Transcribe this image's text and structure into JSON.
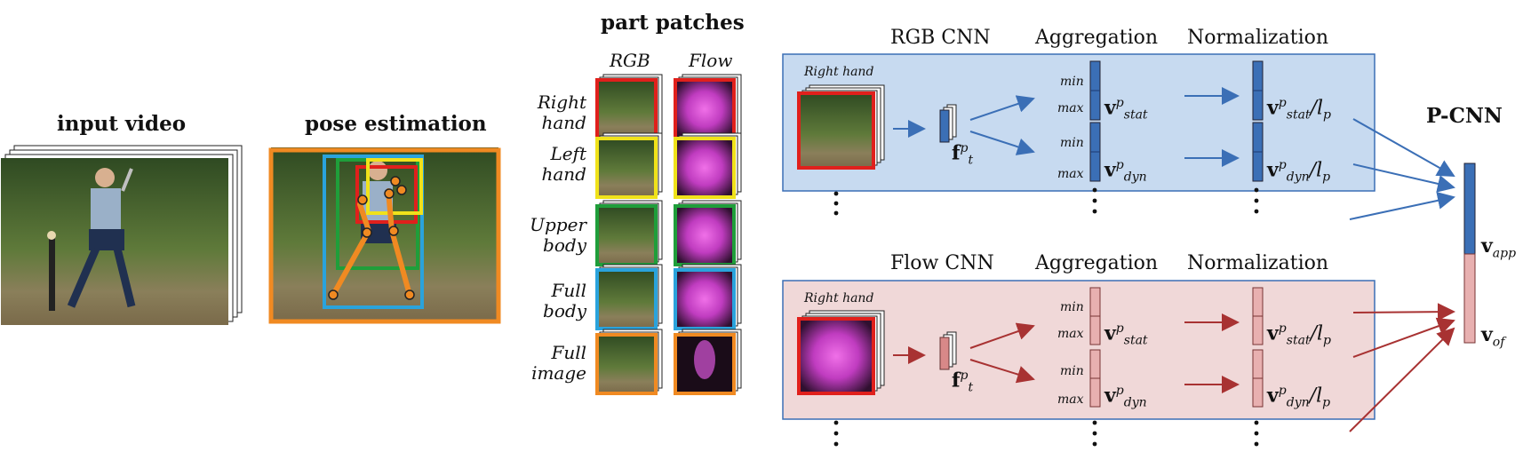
{
  "titles": {
    "input_video": "input video",
    "pose_estimation": "pose estimation",
    "part_patches": "part patches",
    "pcnn": "P-CNN"
  },
  "patch_columns": {
    "rgb": "RGB",
    "flow": "Flow"
  },
  "part_labels": [
    {
      "line1": "Right",
      "line2": "hand",
      "color": "#e0201c"
    },
    {
      "line1": "Left",
      "line2": "hand",
      "color": "#f0e21a"
    },
    {
      "line1": "Upper",
      "line2": "body",
      "color": "#1f9e3a"
    },
    {
      "line1": "Full",
      "line2": "body",
      "color": "#2aa3dc"
    },
    {
      "line1": "Full",
      "line2": "image",
      "color": "#f08a22"
    }
  ],
  "rgb_stream": {
    "headers": {
      "cnn": "RGB CNN",
      "aggregation": "Aggregation",
      "normalization": "Normalization"
    },
    "patch_label": "Right hand",
    "feature": {
      "base": "f",
      "sub": "t",
      "sup": "p"
    },
    "agg_labels": [
      "min",
      "max",
      "min",
      "max"
    ],
    "stat": {
      "base": "v",
      "sub": "stat",
      "sup": "p"
    },
    "dyn": {
      "base": "v",
      "sub": "dyn",
      "sup": "p"
    },
    "stat_norm": {
      "base": "v",
      "sub": "stat",
      "sup": "p",
      "suffix": "/l",
      "suffix_sub": "p"
    },
    "dyn_norm": {
      "base": "v",
      "sub": "dyn",
      "sup": "p",
      "suffix": "/l",
      "suffix_sub": "p"
    },
    "color": "#3b6fb6",
    "bg": "#c7daf0"
  },
  "flow_stream": {
    "headers": {
      "cnn": "Flow CNN",
      "aggregation": "Aggregation",
      "normalization": "Normalization"
    },
    "patch_label": "Right hand",
    "feature": {
      "base": "f",
      "sub": "t",
      "sup": "p"
    },
    "agg_labels": [
      "min",
      "max",
      "min",
      "max"
    ],
    "stat": {
      "base": "v",
      "sub": "stat",
      "sup": "p"
    },
    "dyn": {
      "base": "v",
      "sub": "dyn",
      "sup": "p"
    },
    "stat_norm": {
      "base": "v",
      "sub": "stat",
      "sup": "p",
      "suffix": "/l",
      "suffix_sub": "p"
    },
    "dyn_norm": {
      "base": "v",
      "sub": "dyn",
      "sup": "p",
      "suffix": "/l",
      "suffix_sub": "p"
    },
    "color": "#a83232",
    "bg": "#f0d8d8"
  },
  "output": {
    "app": {
      "base": "v",
      "sub": "app"
    },
    "of": {
      "base": "v",
      "sub": "of"
    }
  },
  "pose_box_colors": [
    "#f08a22",
    "#2aa3dc",
    "#1f9e3a",
    "#e0201c",
    "#f0e21a"
  ]
}
